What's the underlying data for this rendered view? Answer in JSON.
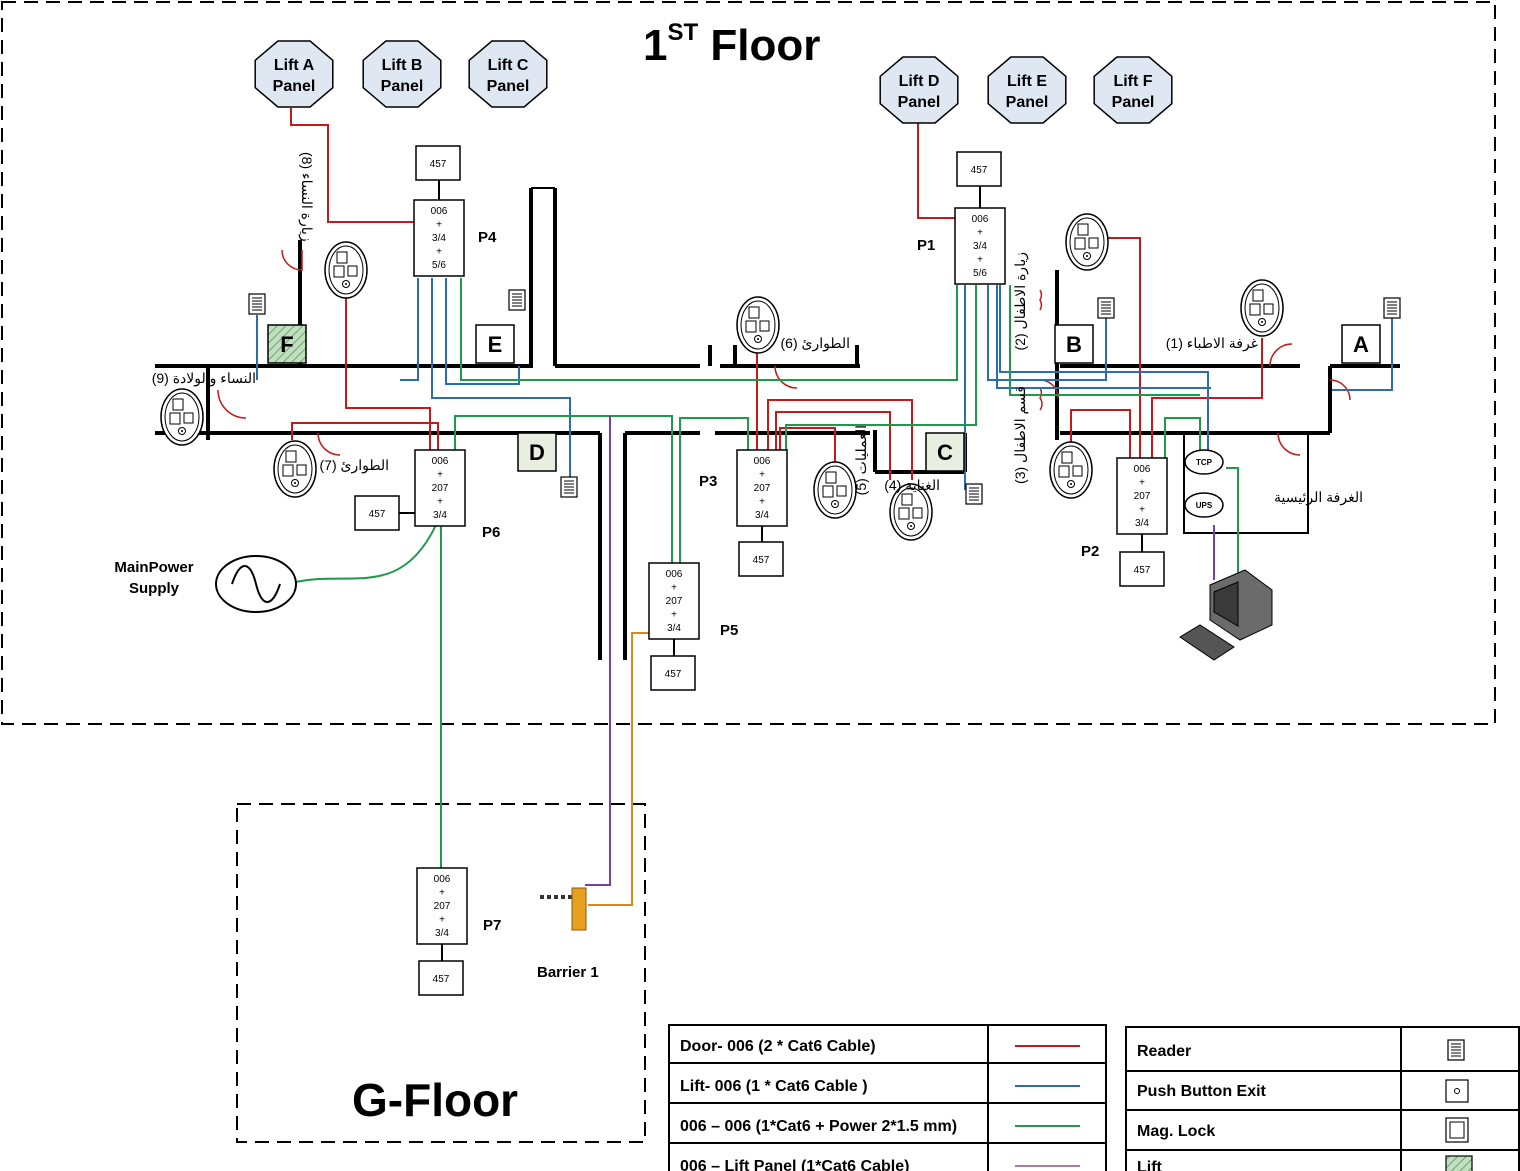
{
  "floors": {
    "first": {
      "title_main": "1",
      "title_sup": "ST",
      "title_rest": " Floor"
    },
    "ground": {
      "title": "G-Floor"
    }
  },
  "lift_panels": [
    {
      "line1": "Lift A",
      "line2": "Panel"
    },
    {
      "line1": "Lift B",
      "line2": "Panel"
    },
    {
      "line1": "Lift C",
      "line2": "Panel"
    },
    {
      "line1": "Lift D",
      "line2": "Panel"
    },
    {
      "line1": "Lift E",
      "line2": "Panel"
    },
    {
      "line1": "Lift F",
      "line2": "Panel"
    }
  ],
  "panels": {
    "p1": {
      "label": "P1",
      "lines": [
        "006",
        "+",
        "3/4",
        "+",
        "5/6"
      ],
      "sub": "457"
    },
    "p2": {
      "label": "P2",
      "lines": [
        "006",
        "+",
        "207",
        "+",
        "3/4"
      ],
      "sub": "457"
    },
    "p3": {
      "label": "P3",
      "lines": [
        "006",
        "+",
        "207",
        "+",
        "3/4"
      ],
      "sub": "457"
    },
    "p4": {
      "label": "P4",
      "lines": [
        "006",
        "+",
        "3/4",
        "+",
        "5/6"
      ],
      "sub": "457"
    },
    "p5": {
      "label": "P5",
      "lines": [
        "006",
        "+",
        "207",
        "+",
        "3/4"
      ],
      "sub": "457"
    },
    "p6": {
      "label": "P6",
      "lines": [
        "006",
        "+",
        "207",
        "+",
        "3/4"
      ],
      "sub": "457"
    },
    "p7": {
      "label": "P7",
      "lines": [
        "006",
        "+",
        "207",
        "+",
        "3/4"
      ],
      "sub": "457"
    }
  },
  "lift_markers": [
    "A",
    "B",
    "C",
    "D",
    "E",
    "F"
  ],
  "rooms": {
    "r1": "(1) غرفة الاطباء",
    "r2": "(2) زيارة الاطفال",
    "r3": "(3) قسم الاطفال",
    "r4": "(4) الغناية",
    "r5": "(5) العمليات",
    "r6": "(6) الطوارئ",
    "r7": "(7) الطوارئ",
    "r8": "(8) زيارة النساء",
    "r9": "(9) النساء والولادة",
    "main_room": "الغرفة الرئيسية"
  },
  "equipment": {
    "tcp": "TCP",
    "ups": "UPS",
    "power_line1": "MainPower",
    "power_line2": "Supply",
    "barrier": "Barrier 1"
  },
  "legend_cables": [
    {
      "label": "Door- 006 (2 * Cat6 Cable)",
      "color": "#c41a1a"
    },
    {
      "label": "Lift- 006 (1 * Cat6 Cable )",
      "color": "#2a6db3"
    },
    {
      "label": "006 – 006 (1*Cat6 + Power 2*1.5 mm)",
      "color": "#1e9a4a"
    },
    {
      "label": "006 – Lift Panel (1*Cat6 Cable)",
      "color": "#b07aa0"
    }
  ],
  "legend_symbols": [
    {
      "label": "Reader",
      "icon": "reader-icon"
    },
    {
      "label": "Push Button Exit",
      "icon": "push-button-icon"
    },
    {
      "label": "Mag. Lock",
      "icon": "mag-lock-icon"
    },
    {
      "label": "Lift",
      "icon": "lift-icon"
    }
  ]
}
